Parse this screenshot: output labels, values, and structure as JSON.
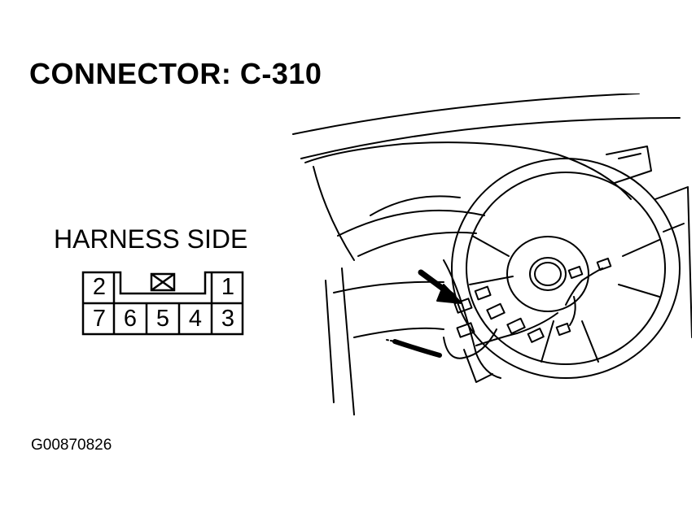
{
  "title": "CONNECTOR: C-310",
  "subtitle": "HARNESS SIDE",
  "figure_id": "G00870826",
  "connector": {
    "top_row": [
      "2",
      "1"
    ],
    "bottom_row": [
      "7",
      "6",
      "5",
      "4",
      "3"
    ]
  },
  "icons": {
    "blank_pin": "x-box-icon",
    "locator": "arrow-icon",
    "illustration": "steering-wheel-icon"
  }
}
